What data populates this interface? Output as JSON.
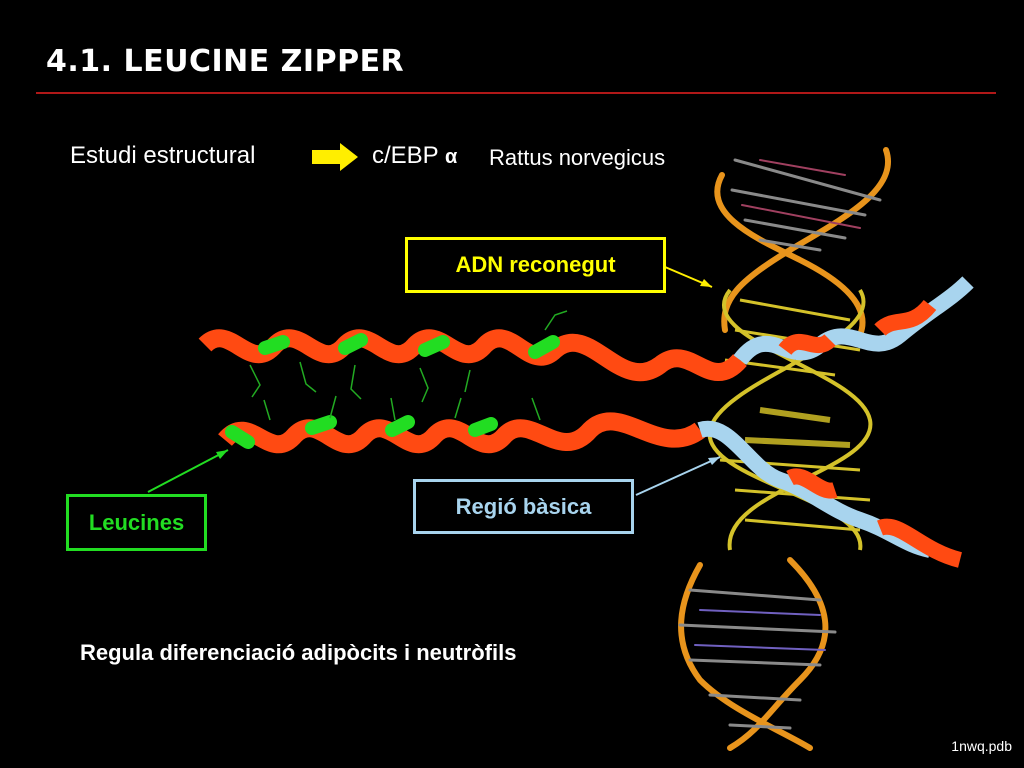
{
  "slide": {
    "title": "4.1. LEUCINE ZIPPER",
    "study_label": "Estudi estructural",
    "protein": "c/EBP",
    "protein_alpha": "α",
    "species": "Rattus norvegicus",
    "dna_label": "ADN reconegut",
    "basic_region_label": "Regió bàsica",
    "leucines_label": "Leucines",
    "function_text": "Regula diferenciació adipòcits i neutròfils",
    "source": "1nwq.pdb"
  },
  "colors": {
    "title_rule": "#b01818",
    "helix": "#ff4a12",
    "leucine": "#22dd22",
    "basic": "#a8d4ee",
    "dna_gold": "#d4c22a",
    "dna_orange": "#e8941c",
    "dna_box": "#ffff00",
    "basic_box": "#a8d4ee",
    "leucine_box": "#22dd22",
    "arrow": "#ffee00"
  },
  "icons": [
    "right-arrow-icon"
  ]
}
